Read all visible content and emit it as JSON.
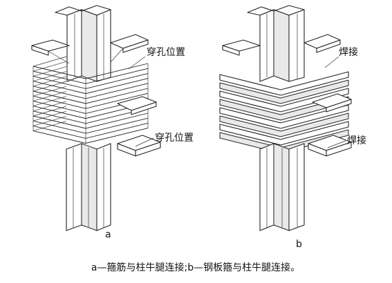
{
  "diagram": {
    "panel_a": {
      "label": "a",
      "callout_top": "穿孔位置",
      "callout_bottom": "穿孔位置"
    },
    "panel_b": {
      "label": "b",
      "callout_top": "焊接",
      "callout_bottom": "焊接"
    },
    "caption": "a—箍筋与柱牛腿连接;b—钢板箍与柱牛腿连接。"
  }
}
